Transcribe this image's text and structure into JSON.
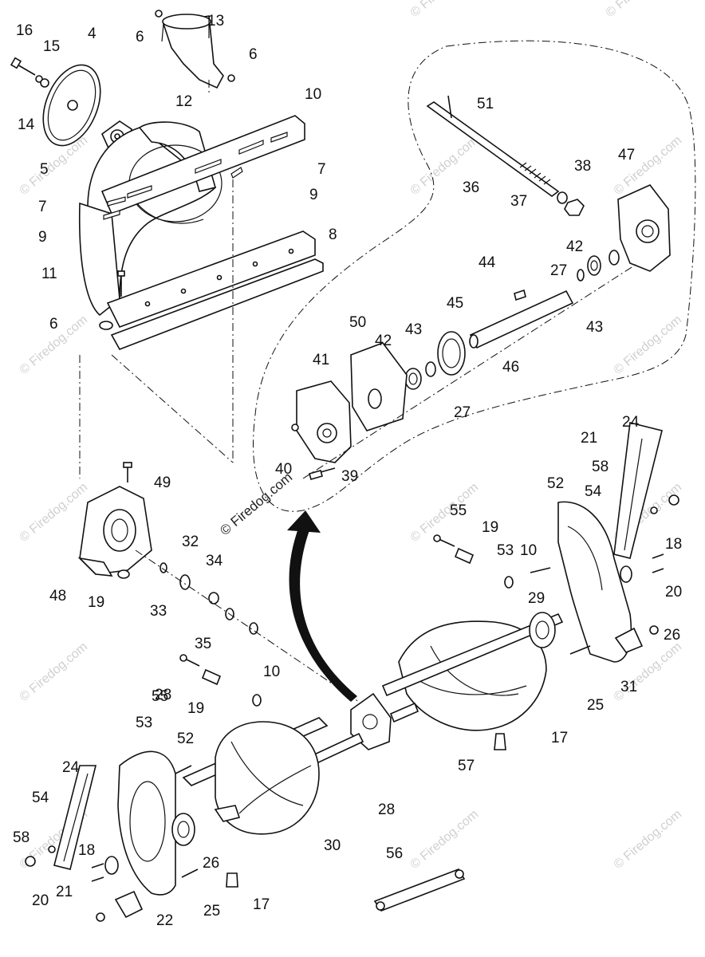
{
  "watermarks": {
    "main": "© Firedog.com",
    "repeat": "© Firedog.com"
  },
  "labels": [
    "16",
    "15",
    "4",
    "6",
    "13",
    "6",
    "14",
    "12",
    "10",
    "5",
    "7",
    "7",
    "9",
    "9",
    "8",
    "11",
    "6",
    "51",
    "36",
    "38",
    "47",
    "37",
    "42",
    "44",
    "27",
    "45",
    "43",
    "50",
    "42",
    "43",
    "46",
    "27",
    "41",
    "40",
    "39",
    "49",
    "32",
    "48",
    "19",
    "33",
    "34",
    "35",
    "28",
    "55",
    "19",
    "53",
    "10",
    "52",
    "24",
    "21",
    "58",
    "54",
    "18",
    "20",
    "26",
    "29",
    "25",
    "31",
    "17",
    "57",
    "28",
    "55",
    "19",
    "10",
    "53",
    "52",
    "24",
    "54",
    "58",
    "18",
    "21",
    "20",
    "26",
    "22",
    "25",
    "17",
    "30",
    "56"
  ],
  "colors": {
    "ink": "#111111",
    "paper": "#ffffff",
    "watermark": "#d0d0d0"
  }
}
